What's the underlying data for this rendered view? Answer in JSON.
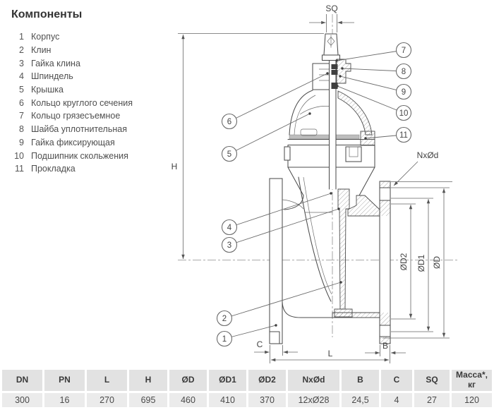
{
  "components": {
    "title": "Компоненты",
    "items": [
      {
        "num": "1",
        "label": "Корпус"
      },
      {
        "num": "2",
        "label": "Клин"
      },
      {
        "num": "3",
        "label": "Гайка клина"
      },
      {
        "num": "4",
        "label": "Шпиндель"
      },
      {
        "num": "5",
        "label": "Крышка"
      },
      {
        "num": "6",
        "label": "Кольцо круглого сечения"
      },
      {
        "num": "7",
        "label": "Кольцо грязесъемное"
      },
      {
        "num": "8",
        "label": "Шайба уплотнительная"
      },
      {
        "num": "9",
        "label": "Гайка фиксирующая"
      },
      {
        "num": "10",
        "label": "Подшипник скольжения"
      },
      {
        "num": "11",
        "label": "Прокладка"
      }
    ]
  },
  "drawing": {
    "dims": {
      "sq": "SQ",
      "h": "H",
      "nxod": "NxØd",
      "od2": "ØD2",
      "od1": "ØD1",
      "od": "ØD",
      "c": "C",
      "l": "L",
      "b": "B"
    }
  },
  "table": {
    "headers": [
      "DN",
      "PN",
      "L",
      "H",
      "ØD",
      "ØD1",
      "ØD2",
      "NxØd",
      "B",
      "C",
      "SQ",
      "Масса*,\nкг"
    ],
    "rows": [
      [
        "300",
        "16",
        "270",
        "695",
        "460",
        "410",
        "370",
        "12xØ28",
        "24,5",
        "4",
        "27",
        "120"
      ]
    ]
  }
}
